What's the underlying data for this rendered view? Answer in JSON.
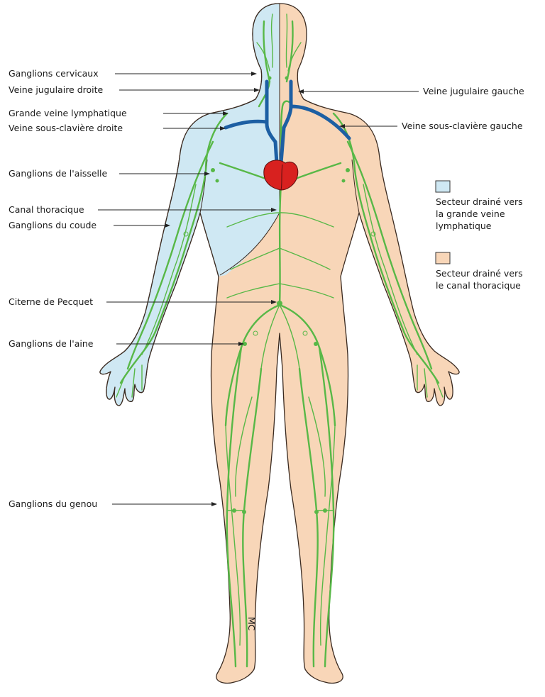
{
  "labels_left": [
    {
      "id": "ganglions-cervicaux",
      "text": "Ganglions cervicaux"
    },
    {
      "id": "veine-jugulaire-droite",
      "text": "Veine jugulaire droite"
    },
    {
      "id": "grande-veine-lymphatique",
      "text": "Grande veine lymphatique"
    },
    {
      "id": "veine-sous-claviere-droite",
      "text": "Veine sous-clavière droite"
    },
    {
      "id": "ganglions-aisselle",
      "text": "Ganglions de l'aisselle"
    },
    {
      "id": "canal-thoracique",
      "text": "Canal thoracique"
    },
    {
      "id": "ganglions-coude",
      "text": "Ganglions du coude"
    },
    {
      "id": "citerne-pecquet",
      "text": "Citerne de Pecquet"
    },
    {
      "id": "ganglions-aine",
      "text": "Ganglions de l'aine"
    },
    {
      "id": "ganglions-genou",
      "text": "Ganglions du genou"
    }
  ],
  "labels_right": [
    {
      "id": "veine-jugulaire-gauche",
      "text": "Veine jugulaire gauche"
    },
    {
      "id": "veine-sous-claviere-gauche",
      "text": "Veine sous-clavière gauche"
    }
  ],
  "legend": [
    {
      "id": "grande-veine",
      "color": "#cfe8f3",
      "lines": [
        "Secteur drainé vers",
        "la grande veine",
        "lymphatique"
      ]
    },
    {
      "id": "canal-thoracique",
      "color": "#f8d6b8",
      "lines": [
        "Secteur drainé vers",
        "le canal thoracique"
      ]
    }
  ],
  "signature": "MC",
  "colors": {
    "right_sector": "#cfe8f3",
    "left_sector": "#f8d6b8",
    "lymph": "#58b847",
    "vein": "#1d5fa3",
    "heart": "#d8211f",
    "outline": "#3a2a20"
  }
}
